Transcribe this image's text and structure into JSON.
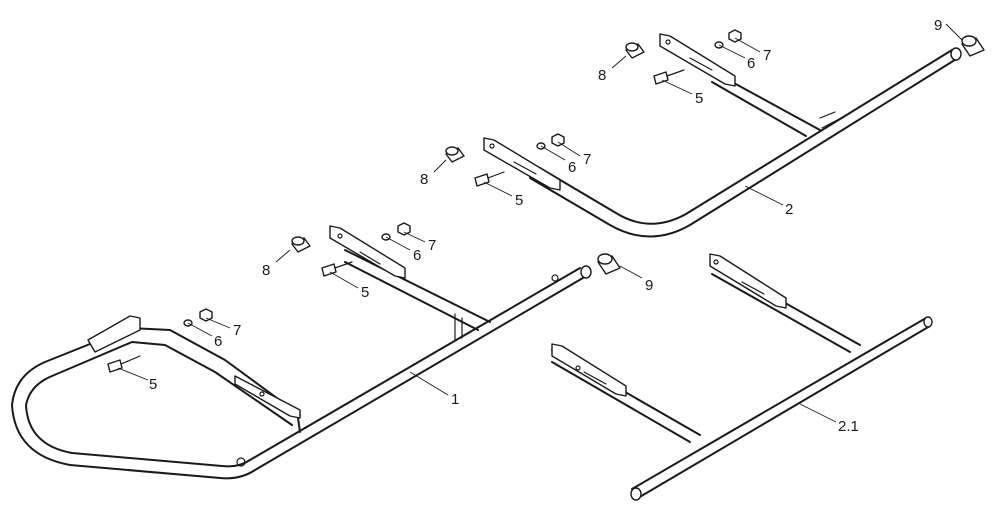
{
  "diagram": {
    "callouts": {
      "c1": "1",
      "c2": "2",
      "c21": "2.1",
      "c5a": "5",
      "c5b": "5",
      "c5c": "5",
      "c5d": "5",
      "c6a": "6",
      "c6b": "6",
      "c6c": "6",
      "c6d": "6",
      "c7a": "7",
      "c7b": "7",
      "c7c": "7",
      "c7d": "7",
      "c8a": "8",
      "c8b": "8",
      "c8c": "8",
      "c9a": "9",
      "c9b": "9"
    },
    "colors": {
      "line": "#1a1a1a",
      "background": "#ffffff"
    }
  }
}
